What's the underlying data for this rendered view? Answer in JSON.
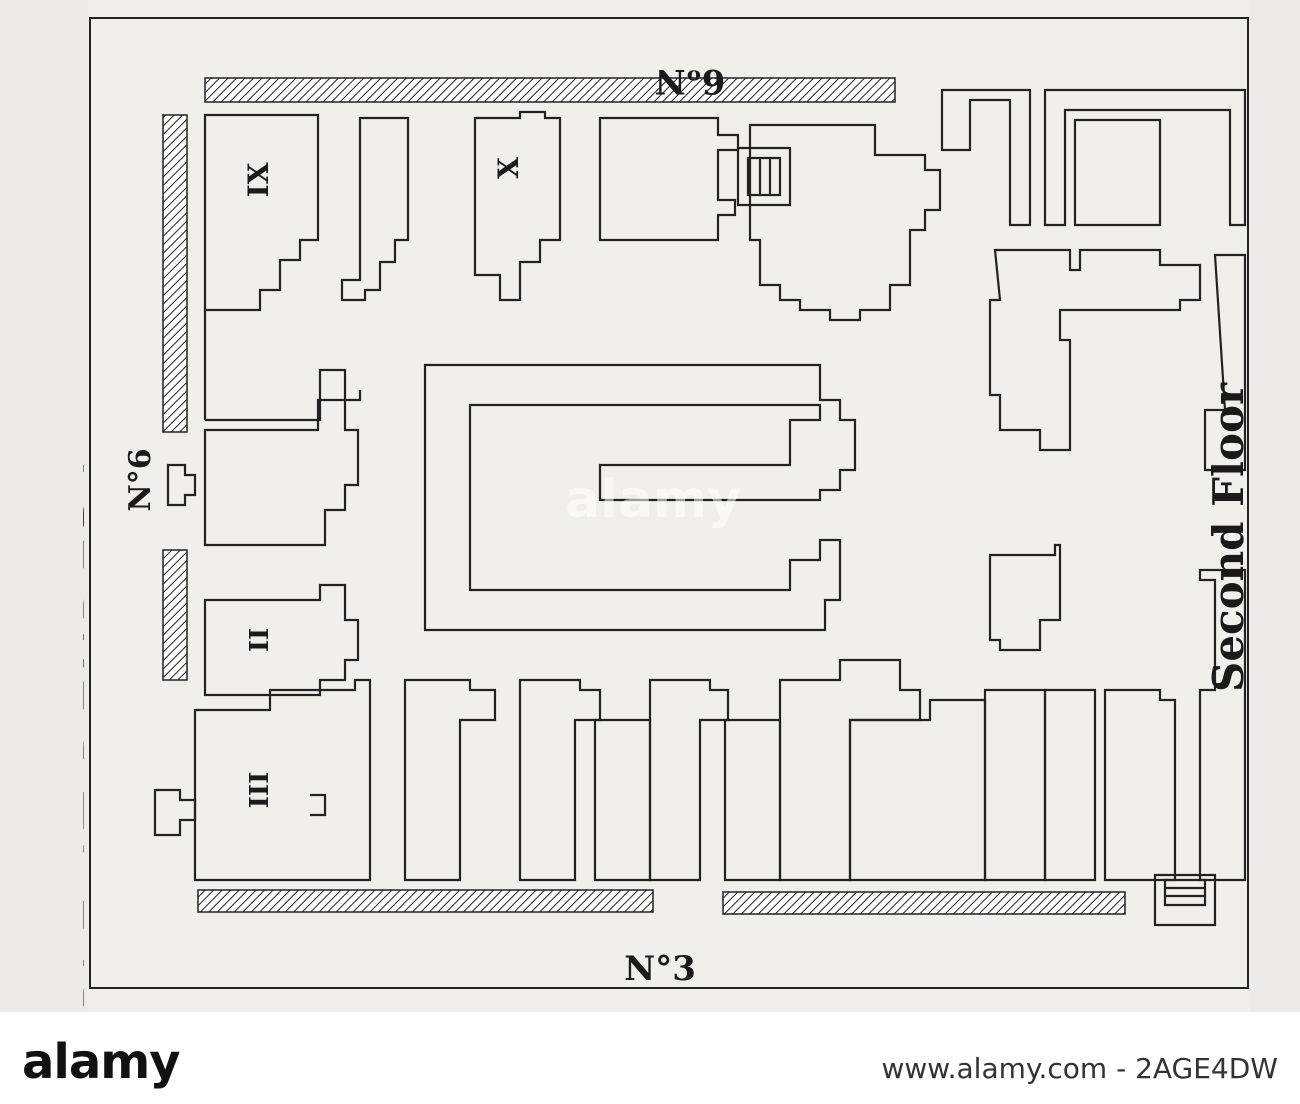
{
  "diagram": {
    "side_title": "PLE AT DENDERA",
    "floor_label": "Second Floor",
    "labels": {
      "north": "6ₒN",
      "south": "N°3",
      "west": "N°6",
      "room_ix": "IX",
      "room_x": "X",
      "room_ii": "II",
      "room_iii": "III"
    }
  },
  "watermark": {
    "logo": "alamy",
    "image_id": "www.alamy.com - 2AGE4DW",
    "overlay": "alamy"
  }
}
